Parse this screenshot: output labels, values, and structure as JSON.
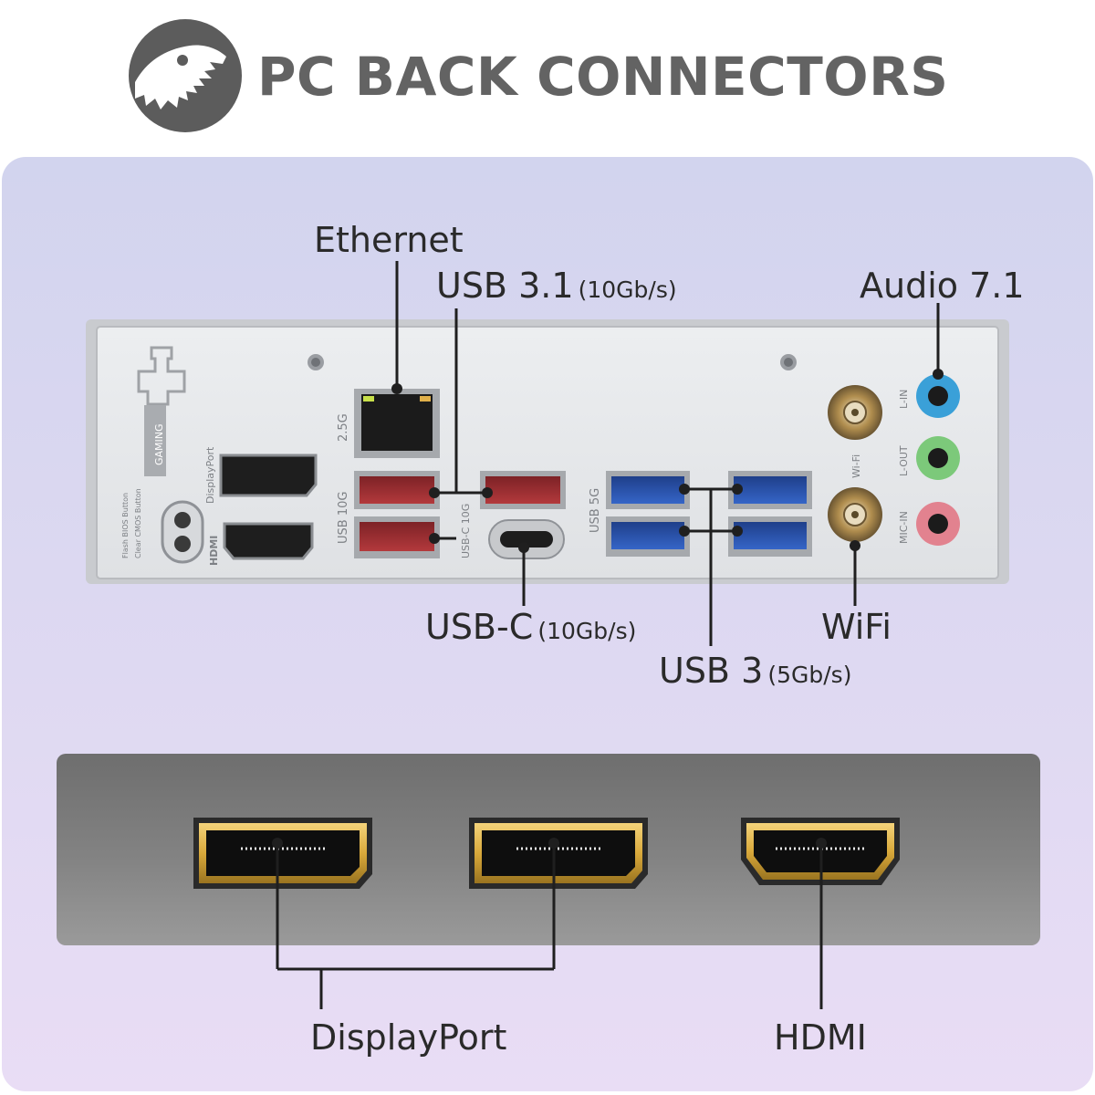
{
  "header": {
    "title": "PC BACK CONNECTORS",
    "logo_icon": "dinosaur-skull-logo-icon"
  },
  "io_panel": {
    "panel_color": "#e6e7ea",
    "printed_labels": {
      "gaming": "GAMING",
      "displayport": "DisplayPort",
      "hdmi": "HDMI",
      "lan_speed": "2.5G",
      "usb_10g": "USB 10G",
      "usb_5g": "USB 5G",
      "usbc_10g": "USB-C 10G",
      "wifi": "Wi-Fi",
      "l_in": "L-IN",
      "l_out": "L-OUT",
      "mic_in": "MIC-IN",
      "flash_bios": "Flash BIOS Button",
      "clear_cmos": "Clear CMOS Button"
    }
  },
  "callouts": {
    "ethernet": {
      "label": "Ethernet"
    },
    "usb31": {
      "label": "USB 3.1",
      "speed": "(10Gb/s)"
    },
    "audio": {
      "label": "Audio 7.1"
    },
    "usbc": {
      "label": "USB-C",
      "speed": "(10Gb/s)"
    },
    "wifi": {
      "label": "WiFi"
    },
    "usb3": {
      "label": "USB 3",
      "speed": "(5Gb/s)"
    },
    "displayport": {
      "label": "DisplayPort"
    },
    "hdmi": {
      "label": "HDMI"
    }
  },
  "colors": {
    "title": "#636363",
    "usb31_port": "#b3393c",
    "usb3_port": "#2c59b5",
    "audio_line_in": "#3aa0d8",
    "audio_line_out": "#7cc97a",
    "audio_mic_in": "#e2828f",
    "gold_connector": "#d9a93b"
  }
}
